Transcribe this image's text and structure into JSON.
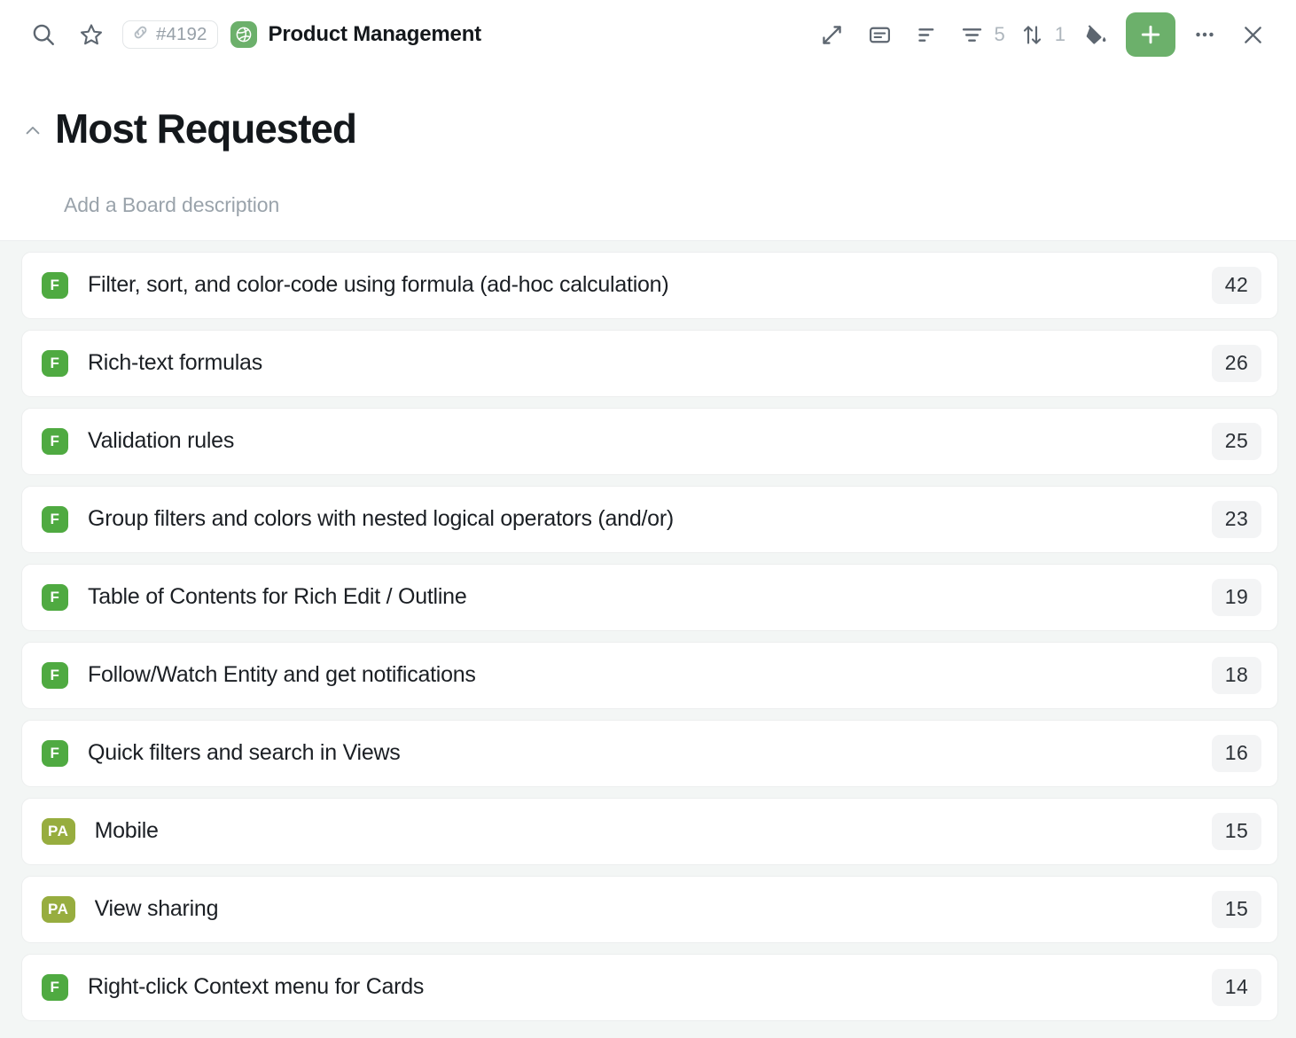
{
  "toolbar": {
    "search_icon": "search-icon",
    "star_icon": "star-icon",
    "id_pill": {
      "icon": "link-icon",
      "text": "#4192"
    },
    "workspace_logo": "product-management-logo",
    "workspace_title": "Product Management",
    "expand_icon": "expand-icon",
    "notes_icon": "notes-icon",
    "group_icon": "group-icon",
    "filter_icon": "filter-icon",
    "filter_count": "5",
    "sort_icon": "sort-icon",
    "sort_count": "1",
    "color_icon": "paint-bucket-icon",
    "add_label": "+",
    "more_icon": "more-options-icon",
    "close_icon": "close-icon"
  },
  "board": {
    "collapse_icon": "chevron-up-icon",
    "title": "Most Requested",
    "description_placeholder": "Add a Board description"
  },
  "list": {
    "rows": [
      {
        "badge": "F",
        "badge_color": "#4faa41",
        "title": "Filter, sort, and color-code using formula (ad-hoc calculation)",
        "votes": "42"
      },
      {
        "badge": "F",
        "badge_color": "#4faa41",
        "title": "Rich-text formulas",
        "votes": "26"
      },
      {
        "badge": "F",
        "badge_color": "#4faa41",
        "title": "Validation rules",
        "votes": "25"
      },
      {
        "badge": "F",
        "badge_color": "#4faa41",
        "title": "Group filters and colors with nested logical operators (and/or)",
        "votes": "23"
      },
      {
        "badge": "F",
        "badge_color": "#4faa41",
        "title": "Table of Contents for Rich Edit / Outline",
        "votes": "19"
      },
      {
        "badge": "F",
        "badge_color": "#4faa41",
        "title": "Follow/Watch Entity and get notifications",
        "votes": "18"
      },
      {
        "badge": "F",
        "badge_color": "#4faa41",
        "title": "Quick filters and search in Views",
        "votes": "16"
      },
      {
        "badge": "PA",
        "badge_color": "#97ad3f",
        "title": "Mobile",
        "votes": "15"
      },
      {
        "badge": "PA",
        "badge_color": "#97ad3f",
        "title": "View sharing",
        "votes": "15"
      },
      {
        "badge": "F",
        "badge_color": "#4faa41",
        "title": "Right-click Context menu for Cards",
        "votes": "14"
      }
    ]
  },
  "colors": {
    "accent_green": "#6cb06b",
    "badge_feature_green": "#4faa41",
    "badge_pa_olive": "#97ad3f",
    "list_background": "#f3f6f5",
    "text_primary": "#14181c",
    "text_muted": "#9aa3ab"
  }
}
